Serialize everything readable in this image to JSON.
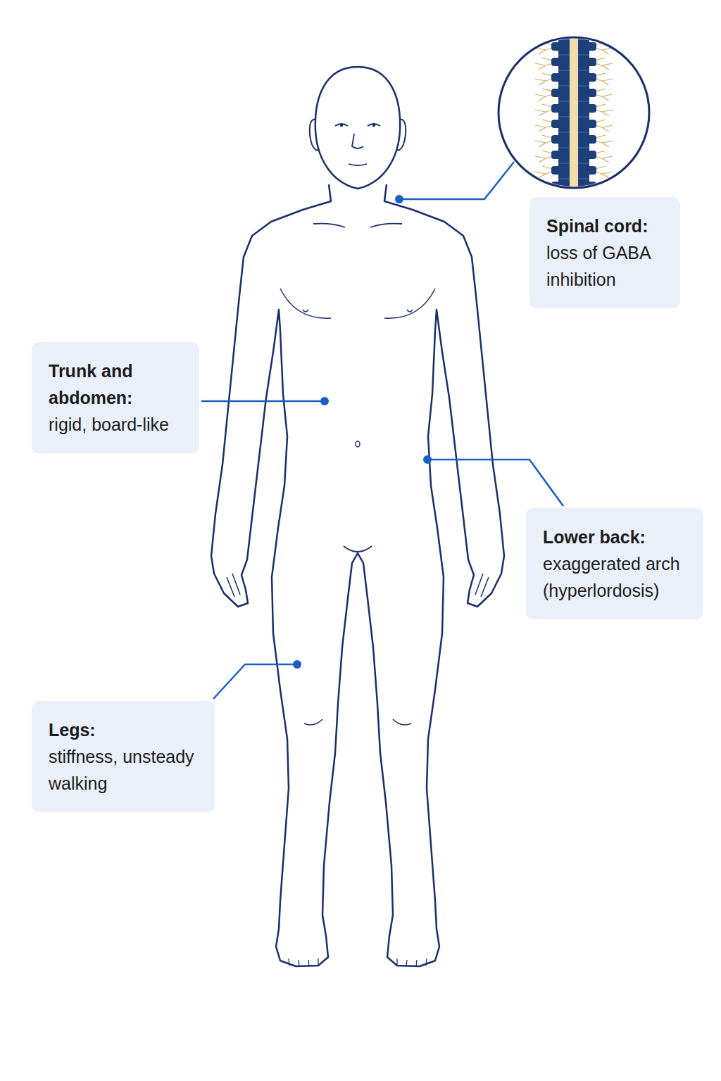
{
  "diagram": {
    "nodes": [
      {
        "text": [
          "Spinal cord:",
          "loss of GABA inhibition"
        ]
      },
      {
        "text": [
          "Trunk and abdomen:",
          "rigid, board-like"
        ]
      },
      {
        "text": [
          "Lower back:",
          "exaggerated arch (hyperlordosis)"
        ]
      },
      {
        "text": [
          "Legs:",
          "stiffness, unsteady walking"
        ]
      }
    ]
  }
}
